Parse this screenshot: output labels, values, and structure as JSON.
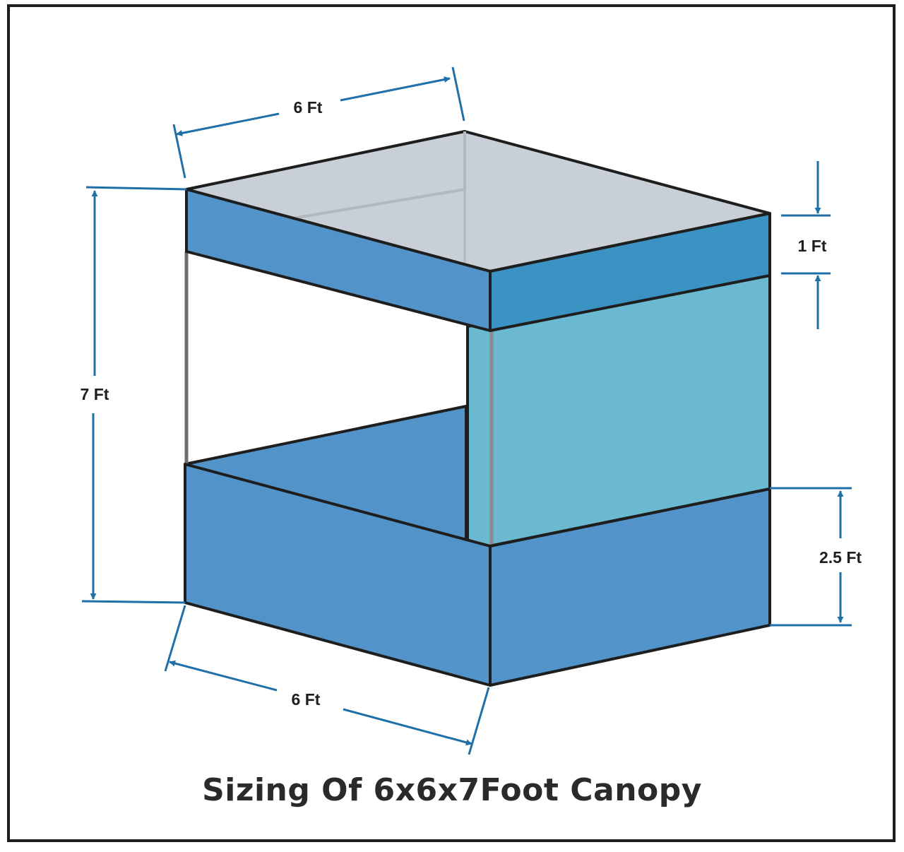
{
  "caption": "Sizing Of 6x6x7Foot Canopy",
  "dimensions": {
    "top_depth": "6 Ft",
    "height": "7 Ft",
    "valance": "1 Ft",
    "wall": "2.5 Ft",
    "bottom_width": "6 Ft"
  },
  "colors": {
    "frame": "#1e1e1e",
    "arrow": "#1f6fa8",
    "canopy_top": "#c9cfd6",
    "valance_front": "#5294c9",
    "valance_side": "#3b93c3",
    "back_panel": "#6bb9d0",
    "bottom_panels": "#5294c9",
    "pole": "#6e6e6e"
  }
}
